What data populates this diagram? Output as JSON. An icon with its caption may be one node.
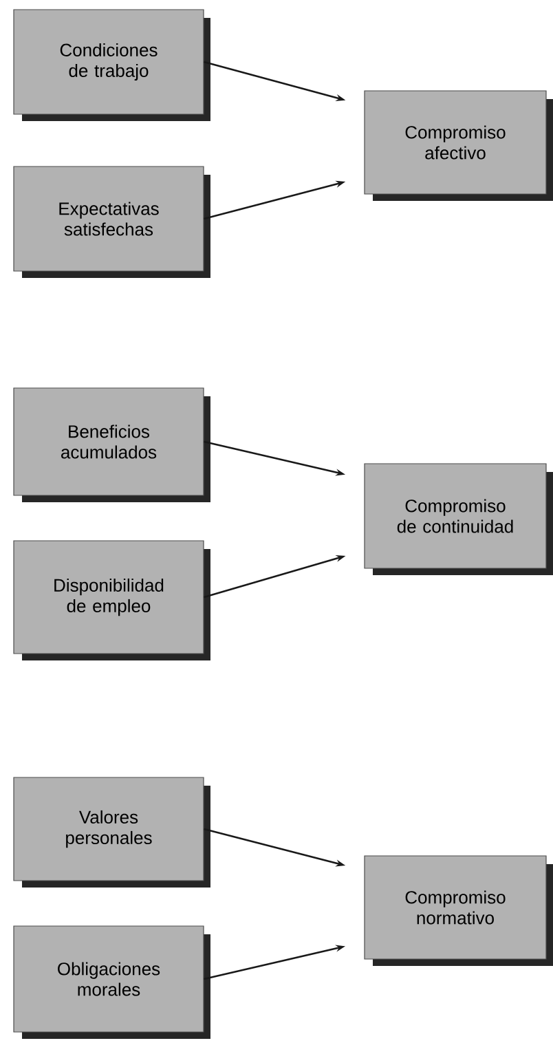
{
  "diagram": {
    "nodes": [
      {
        "text": [
          "Condiciones de trabajo"
        ]
      },
      {
        "text": [
          "Expectativas satisfechas"
        ]
      },
      {
        "text": [
          "Compromiso afectivo"
        ]
      },
      {
        "text": [
          "Beneficios acumulados"
        ]
      },
      {
        "text": [
          "Disponibilidad de empleo"
        ]
      },
      {
        "text": [
          "Compromiso de continuidad"
        ]
      },
      {
        "text": [
          "Valores personales"
        ]
      },
      {
        "text": [
          "Obligaciones morales"
        ]
      },
      {
        "text": [
          "Compromiso normativo"
        ]
      }
    ],
    "edges": [
      {
        "from": 0,
        "to": 2,
        "arrow": "to"
      },
      {
        "from": 1,
        "to": 2,
        "arrow": "to"
      },
      {
        "from": 3,
        "to": 5,
        "arrow": "to"
      },
      {
        "from": 4,
        "to": 5,
        "arrow": "to"
      },
      {
        "from": 6,
        "to": 8,
        "arrow": "to"
      },
      {
        "from": 7,
        "to": 8,
        "arrow": "to"
      }
    ]
  }
}
